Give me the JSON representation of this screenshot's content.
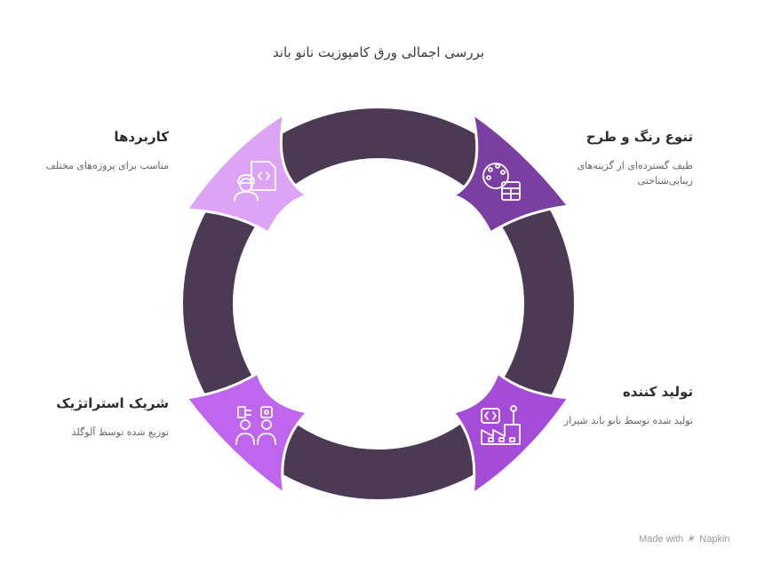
{
  "title": "بررسی اجمالی ورق کامپوزیت نانو باند",
  "segments": [
    {
      "position": "top-right",
      "heading": "تنوع رنگ و طرح",
      "description": "طیف گسترده‌ای از گزینه‌های زیبایی‌شناختی",
      "color": "#7B3FA1",
      "icon": "palette-icon"
    },
    {
      "position": "bottom-right",
      "heading": "تولید کننده",
      "description": "تولید شده توسط نانو باند شیراز",
      "color": "#A44CD7",
      "icon": "factory-icon"
    },
    {
      "position": "bottom-left",
      "heading": "شریک استراتژیک",
      "description": "توزیع شده توسط آلوگلد",
      "color": "#BF65EE",
      "icon": "partners-icon"
    },
    {
      "position": "top-left",
      "heading": "کاربردها",
      "description": "مناسب برای پروژه‌های مختلف",
      "color": "#DDA3F5",
      "icon": "engineer-icon"
    }
  ],
  "ring_color": "#4C3A55",
  "footer": {
    "made_with": "Made with",
    "brand": "Napkin"
  }
}
